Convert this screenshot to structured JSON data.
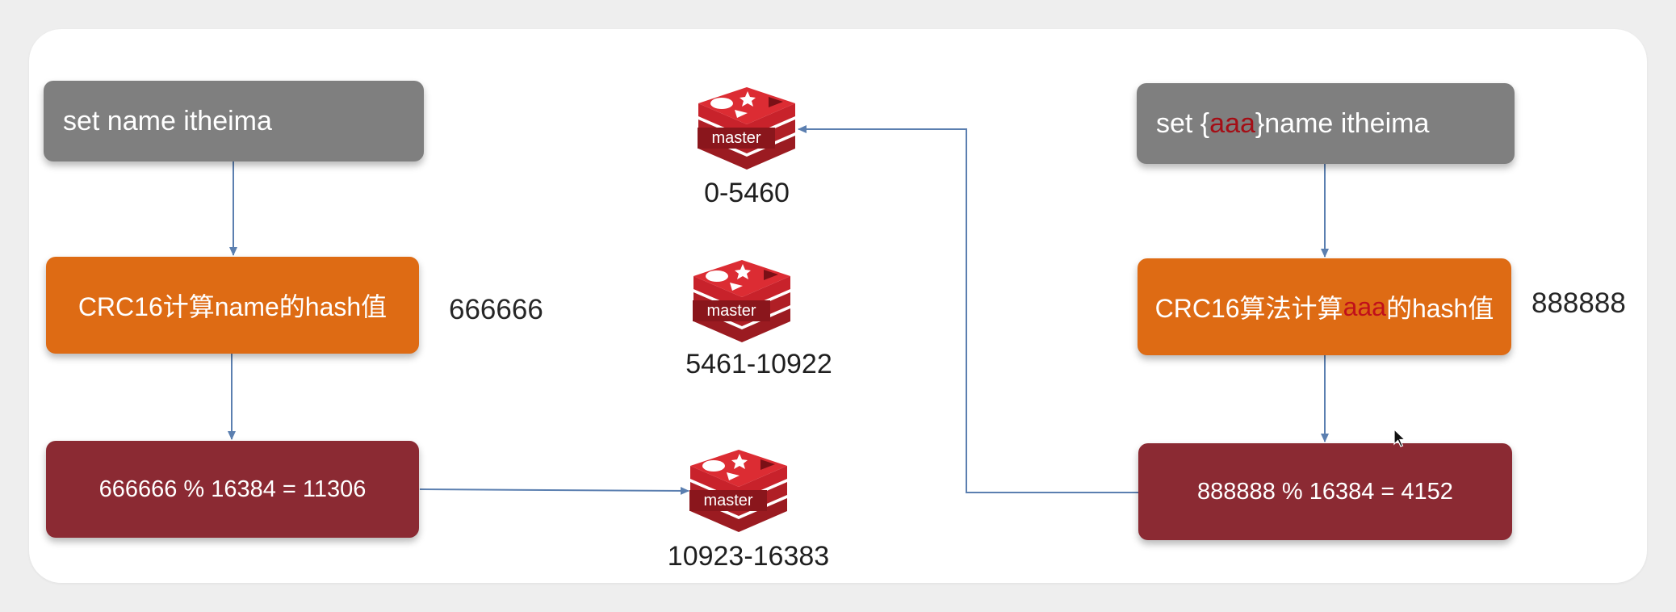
{
  "left": {
    "command": "set name itheima",
    "compute": "CRC16计算name的hash值",
    "hash_value": "666666",
    "modulo": "666666 % 16384 = 11306"
  },
  "right": {
    "command_prefix": "set {",
    "command_key": "aaa",
    "command_suffix": "}name itheima",
    "compute_prefix": "CRC16算法计算",
    "compute_key": "aaa",
    "compute_suffix": "的hash值",
    "hash_value": "888888",
    "modulo": "888888 % 16384 = 4152"
  },
  "nodes": [
    {
      "label": "master",
      "range": "0-5460"
    },
    {
      "label": "master",
      "range": "5461-10922"
    },
    {
      "label": "master",
      "range": "10923-16383"
    }
  ],
  "colors": {
    "command_box": "#7f7f7f",
    "compute_box": "#de6b14",
    "modulo_box": "#8b2a33",
    "arrow": "#5b7fb0",
    "redis_red": "#c8222b",
    "key_highlight": "#c0101b"
  },
  "icons": [
    "redis-master-icon",
    "cursor-icon"
  ]
}
